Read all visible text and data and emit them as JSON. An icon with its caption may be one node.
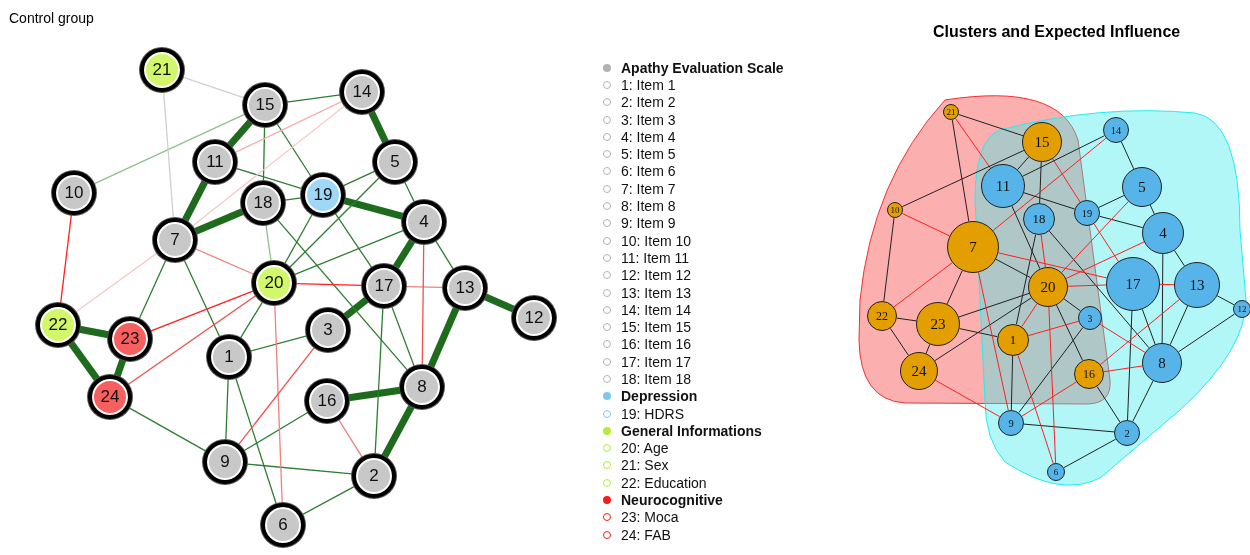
{
  "diagram": {
    "nodes": [
      {
        "text": [
          "1"
        ]
      },
      {
        "text": [
          "2"
        ]
      },
      {
        "text": [
          "3"
        ]
      },
      {
        "text": [
          "4"
        ]
      },
      {
        "text": [
          "5"
        ]
      },
      {
        "text": [
          "6"
        ]
      },
      {
        "text": [
          "7"
        ]
      },
      {
        "text": [
          "8"
        ]
      },
      {
        "text": [
          "9"
        ]
      },
      {
        "text": [
          "10"
        ]
      },
      {
        "text": [
          "11"
        ]
      },
      {
        "text": [
          "12"
        ]
      },
      {
        "text": [
          "13"
        ]
      },
      {
        "text": [
          "14"
        ]
      },
      {
        "text": [
          "15"
        ]
      },
      {
        "text": [
          "16"
        ]
      },
      {
        "text": [
          "17"
        ]
      },
      {
        "text": [
          "18"
        ]
      },
      {
        "text": [
          "19"
        ]
      },
      {
        "text": [
          "20"
        ]
      },
      {
        "text": [
          "21"
        ]
      },
      {
        "text": [
          "22"
        ]
      },
      {
        "text": [
          "23"
        ]
      },
      {
        "text": [
          "24"
        ]
      },
      {
        "text": [
          "1"
        ]
      },
      {
        "text": [
          "2"
        ]
      },
      {
        "text": [
          "3"
        ]
      },
      {
        "text": [
          "4"
        ]
      },
      {
        "text": [
          "5"
        ]
      },
      {
        "text": [
          "6"
        ]
      },
      {
        "text": [
          "7"
        ]
      },
      {
        "text": [
          "8"
        ]
      },
      {
        "text": [
          "9"
        ]
      },
      {
        "text": [
          "10"
        ]
      },
      {
        "text": [
          "11"
        ]
      },
      {
        "text": [
          "12"
        ]
      },
      {
        "text": [
          "13"
        ]
      },
      {
        "text": [
          "14"
        ]
      },
      {
        "text": [
          "15"
        ]
      },
      {
        "text": [
          "16"
        ]
      },
      {
        "text": [
          "17"
        ]
      },
      {
        "text": [
          "18"
        ]
      },
      {
        "text": [
          "19"
        ]
      },
      {
        "text": [
          "20"
        ]
      },
      {
        "text": [
          "21"
        ]
      },
      {
        "text": [
          "22"
        ]
      },
      {
        "text": [
          "23"
        ]
      },
      {
        "text": [
          "24"
        ]
      }
    ],
    "edges": [
      {
        "from": 14,
        "to": 10,
        "arrow": "none",
        "style": "thick",
        "color": "#1e6b1e"
      },
      {
        "from": 10,
        "to": 6,
        "arrow": "none",
        "style": "thick",
        "color": "#1e6b1e"
      },
      {
        "from": 6,
        "to": 17,
        "arrow": "none",
        "style": "thick",
        "color": "#1e6b1e"
      },
      {
        "from": 18,
        "to": 3,
        "arrow": "none",
        "style": "thick",
        "color": "#1e6b1e"
      },
      {
        "from": 3,
        "to": 16,
        "arrow": "none",
        "style": "thick",
        "color": "#1e6b1e"
      },
      {
        "from": 16,
        "to": 2,
        "arrow": "none",
        "style": "thick",
        "color": "#1e6b1e"
      },
      {
        "from": 12,
        "to": 11,
        "arrow": "none",
        "style": "thick",
        "color": "#1e6b1e"
      },
      {
        "from": 21,
        "to": 22,
        "arrow": "none",
        "style": "thick",
        "color": "#1e6b1e"
      },
      {
        "from": 21,
        "to": 23,
        "arrow": "none",
        "style": "thick",
        "color": "#1e6b1e"
      },
      {
        "from": 22,
        "to": 23,
        "arrow": "none",
        "style": "thick",
        "color": "#1e6b1e"
      },
      {
        "from": 13,
        "to": 4,
        "arrow": "none",
        "style": "thick",
        "color": "#1e6b1e"
      },
      {
        "from": 7,
        "to": 1,
        "arrow": "none",
        "style": "thick",
        "color": "#1e6b1e"
      },
      {
        "from": 15,
        "to": 7,
        "arrow": "none",
        "style": "thick",
        "color": "#1e6b1e"
      },
      {
        "from": 12,
        "to": 7,
        "arrow": "none",
        "style": "thick",
        "color": "#1e6b1e"
      },
      {
        "from": 6,
        "to": 22,
        "arrow": "none",
        "color": "#2e7d32"
      },
      {
        "from": 4,
        "to": 3,
        "arrow": "none",
        "color": "#2e7d32"
      },
      {
        "from": 3,
        "to": 12,
        "arrow": "none",
        "color": "#2e7d32"
      },
      {
        "from": 14,
        "to": 13,
        "arrow": "none",
        "color": "#2e7d32"
      },
      {
        "from": 14,
        "to": 18,
        "arrow": "none",
        "color": "#2e7d32"
      },
      {
        "from": 10,
        "to": 18,
        "arrow": "none",
        "color": "#2e7d32"
      },
      {
        "from": 17,
        "to": 18,
        "arrow": "none",
        "color": "#2e7d32"
      },
      {
        "from": 9,
        "to": 14,
        "arrow": "none",
        "color": "#8fbf8f"
      },
      {
        "from": 4,
        "to": 18,
        "arrow": "none",
        "color": "#2e7d32"
      },
      {
        "from": 4,
        "to": 19,
        "arrow": "none",
        "color": "#2e7d32"
      },
      {
        "from": 3,
        "to": 19,
        "arrow": "none",
        "color": "#2e7d32"
      },
      {
        "from": 19,
        "to": 18,
        "arrow": "none",
        "color": "#2e7d32"
      },
      {
        "from": 19,
        "to": 0,
        "arrow": "none",
        "color": "#2e7d32"
      },
      {
        "from": 0,
        "to": 2,
        "arrow": "none",
        "color": "#2e7d32"
      },
      {
        "from": 6,
        "to": 0,
        "arrow": "none",
        "color": "#2e7d32"
      },
      {
        "from": 0,
        "to": 8,
        "arrow": "none",
        "color": "#2e7d32"
      },
      {
        "from": 8,
        "to": 15,
        "arrow": "none",
        "color": "#2e7d32"
      },
      {
        "from": 8,
        "to": 1,
        "arrow": "none",
        "color": "#2e7d32"
      },
      {
        "from": 1,
        "to": 5,
        "arrow": "none",
        "color": "#2e7d32"
      },
      {
        "from": 23,
        "to": 8,
        "arrow": "none",
        "color": "#2e7d32"
      },
      {
        "from": 0,
        "to": 5,
        "arrow": "none",
        "color": "#2e7d32"
      },
      {
        "from": 16,
        "to": 1,
        "arrow": "none",
        "color": "#2e7d32"
      },
      {
        "from": 16,
        "to": 7,
        "arrow": "none",
        "color": "#2e7d32"
      },
      {
        "from": 17,
        "to": 7,
        "arrow": "none",
        "color": "#2e7d32"
      },
      {
        "from": 18,
        "to": 16,
        "arrow": "none",
        "color": "#2e7d32"
      },
      {
        "from": 14,
        "to": 17,
        "arrow": "none",
        "color": "#2e7d32"
      },
      {
        "from": 17,
        "to": 19,
        "arrow": "none",
        "color": "#8fbf8f"
      },
      {
        "from": 19,
        "to": 22,
        "arrow": "none",
        "color": "#ff2020"
      },
      {
        "from": 19,
        "to": 16,
        "arrow": "none",
        "color": "#ff2020"
      },
      {
        "from": 16,
        "to": 12,
        "arrow": "none",
        "color": "#f08080"
      },
      {
        "from": 9,
        "to": 21,
        "arrow": "none",
        "color": "#ff2020"
      },
      {
        "from": 19,
        "to": 5,
        "arrow": "none",
        "color": "#f08080"
      },
      {
        "from": 3,
        "to": 7,
        "arrow": "none",
        "color": "#f05050"
      },
      {
        "from": 23,
        "to": 19,
        "arrow": "none",
        "color": "#f05050"
      },
      {
        "from": 8,
        "to": 2,
        "arrow": "none",
        "color": "#f05050"
      },
      {
        "from": 15,
        "to": 1,
        "arrow": "none",
        "color": "#f08080"
      },
      {
        "from": 6,
        "to": 19,
        "arrow": "none",
        "color": "#f08080"
      },
      {
        "from": 21,
        "to": 6,
        "arrow": "none",
        "color": "#f8c8c8"
      },
      {
        "from": 13,
        "to": 10,
        "arrow": "none",
        "color": "#f4b0b0"
      },
      {
        "from": 13,
        "to": 6,
        "arrow": "none",
        "color": "#f8c8c8"
      },
      {
        "from": 20,
        "to": 14,
        "arrow": "none",
        "color": "#d0d0d0"
      },
      {
        "from": 20,
        "to": 6,
        "arrow": "none",
        "color": "#d0d0d0"
      },
      {
        "from": 44,
        "to": 38,
        "arrow": "none"
      },
      {
        "from": 44,
        "to": 30,
        "arrow": "none"
      },
      {
        "from": 44,
        "to": 34,
        "arrow": "none",
        "color": "#ff2020"
      },
      {
        "from": 33,
        "to": 38,
        "arrow": "none"
      },
      {
        "from": 33,
        "to": 45,
        "arrow": "none"
      },
      {
        "from": 33,
        "to": 30,
        "arrow": "none",
        "color": "#ff2020"
      },
      {
        "from": 45,
        "to": 46,
        "arrow": "none"
      },
      {
        "from": 45,
        "to": 47,
        "arrow": "none"
      },
      {
        "from": 46,
        "to": 47,
        "arrow": "none"
      },
      {
        "from": 30,
        "to": 46,
        "arrow": "none"
      },
      {
        "from": 45,
        "to": 30,
        "arrow": "none",
        "color": "#ff2020"
      },
      {
        "from": 38,
        "to": 34,
        "arrow": "none"
      },
      {
        "from": 38,
        "to": 41,
        "arrow": "none"
      },
      {
        "from": 38,
        "to": 42,
        "arrow": "none",
        "color": "#ff2020"
      },
      {
        "from": 37,
        "to": 34,
        "arrow": "none"
      },
      {
        "from": 37,
        "to": 28,
        "arrow": "none"
      },
      {
        "from": 37,
        "to": 30,
        "arrow": "none",
        "color": "#ff2020"
      },
      {
        "from": 34,
        "to": 43,
        "arrow": "none"
      },
      {
        "from": 34,
        "to": 42,
        "arrow": "none"
      },
      {
        "from": 28,
        "to": 42,
        "arrow": "none"
      },
      {
        "from": 28,
        "to": 27,
        "arrow": "none"
      },
      {
        "from": 27,
        "to": 36,
        "arrow": "none"
      },
      {
        "from": 27,
        "to": 31,
        "arrow": "none"
      },
      {
        "from": 36,
        "to": 31,
        "arrow": "none"
      },
      {
        "from": 36,
        "to": 35,
        "arrow": "none"
      },
      {
        "from": 35,
        "to": 31,
        "arrow": "none"
      },
      {
        "from": 40,
        "to": 25,
        "arrow": "none"
      },
      {
        "from": 40,
        "to": 31,
        "arrow": "none"
      },
      {
        "from": 41,
        "to": 31,
        "arrow": "none"
      },
      {
        "from": 42,
        "to": 27,
        "arrow": "none"
      },
      {
        "from": 30,
        "to": 43,
        "arrow": "none"
      },
      {
        "from": 43,
        "to": 39,
        "arrow": "none"
      },
      {
        "from": 43,
        "to": 26,
        "arrow": "none"
      },
      {
        "from": 46,
        "to": 43,
        "arrow": "none"
      },
      {
        "from": 46,
        "to": 24,
        "arrow": "none"
      },
      {
        "from": 24,
        "to": 32,
        "arrow": "none"
      },
      {
        "from": 32,
        "to": 25,
        "arrow": "none"
      },
      {
        "from": 25,
        "to": 29,
        "arrow": "none"
      },
      {
        "from": 25,
        "to": 31,
        "arrow": "none"
      },
      {
        "from": 39,
        "to": 25,
        "arrow": "none"
      },
      {
        "from": 32,
        "to": 26,
        "arrow": "none"
      },
      {
        "from": 47,
        "to": 43,
        "arrow": "none"
      },
      {
        "from": 41,
        "to": 24,
        "arrow": "none"
      },
      {
        "from": 41,
        "to": 43,
        "arrow": "none",
        "color": "#ff2020"
      },
      {
        "from": 30,
        "to": 40,
        "arrow": "none",
        "color": "#ff2020"
      },
      {
        "from": 30,
        "to": 32,
        "arrow": "none",
        "color": "#ff2020"
      },
      {
        "from": 43,
        "to": 40,
        "arrow": "none",
        "color": "#ff2020"
      },
      {
        "from": 40,
        "to": 36,
        "arrow": "none",
        "color": "#ff2020"
      },
      {
        "from": 43,
        "to": 28,
        "arrow": "none",
        "color": "#ff2020"
      },
      {
        "from": 43,
        "to": 27,
        "arrow": "none",
        "color": "#ff2020"
      },
      {
        "from": 43,
        "to": 24,
        "arrow": "none",
        "color": "#ff2020"
      },
      {
        "from": 24,
        "to": 26,
        "arrow": "none",
        "color": "#ff2020"
      },
      {
        "from": 24,
        "to": 29,
        "arrow": "none",
        "color": "#ff2020"
      },
      {
        "from": 26,
        "to": 31,
        "arrow": "none",
        "color": "#ff2020"
      },
      {
        "from": 39,
        "to": 36,
        "arrow": "none",
        "color": "#ff2020"
      },
      {
        "from": 39,
        "to": 31,
        "arrow": "none",
        "color": "#ff2020"
      },
      {
        "from": 32,
        "to": 39,
        "arrow": "none",
        "color": "#ff2020"
      },
      {
        "from": 47,
        "to": 32,
        "arrow": "none",
        "color": "#ff2020"
      },
      {
        "from": 43,
        "to": 29,
        "arrow": "none",
        "color": "#ff2020"
      },
      {
        "from": 42,
        "to": 40,
        "arrow": "none",
        "color": "#ff2020"
      }
    ],
    "labels": [
      "Control group",
      "Clusters and Expected Influence"
    ],
    "legend": [
      {
        "text": "Apathy Evaluation Scale",
        "color": "#b3b3b3"
      },
      {
        "text": "1: Item 1"
      },
      {
        "text": "2: Item 2"
      },
      {
        "text": "3: Item 3"
      },
      {
        "text": "4: Item 4"
      },
      {
        "text": "5: Item 5"
      },
      {
        "text": "6: Item 6"
      },
      {
        "text": "7: Item 7"
      },
      {
        "text": "8: Item 8"
      },
      {
        "text": "9: Item 9"
      },
      {
        "text": "10: Item 10"
      },
      {
        "text": "11: Item 11"
      },
      {
        "text": "12: Item 12"
      },
      {
        "text": "13: Item 13"
      },
      {
        "text": "14: Item 14"
      },
      {
        "text": "15: Item 15"
      },
      {
        "text": "16: Item 16"
      },
      {
        "text": "17: Item 17"
      },
      {
        "text": "18: Item 18"
      },
      {
        "text": "Depression",
        "color": "#7fc7f0"
      },
      {
        "text": "19: HDRS"
      },
      {
        "text": "General Informations",
        "color": "#b4ec3c"
      },
      {
        "text": "20: Age"
      },
      {
        "text": "21: Sex"
      },
      {
        "text": "22: Education"
      },
      {
        "text": "Neurocognitive",
        "color": "#f02020"
      },
      {
        "text": "23: Moca"
      },
      {
        "text": "24: FAB"
      }
    ]
  }
}
